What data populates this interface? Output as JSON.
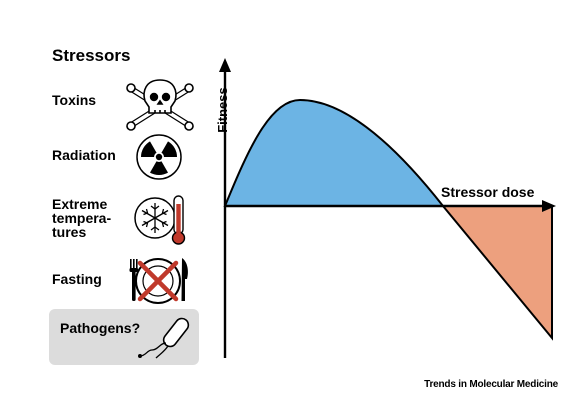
{
  "legend": {
    "title": "Stressors",
    "items": [
      {
        "label": "Toxins",
        "icon": "skull-crossbones-icon"
      },
      {
        "label": "Radiation",
        "icon": "radiation-icon"
      },
      {
        "label": "Extreme\ntempera-\ntures",
        "icon": "snowflake-thermometer-icon"
      },
      {
        "label": "Fasting",
        "icon": "crossed-plate-fork-knife-icon"
      },
      {
        "label": "Pathogens?",
        "icon": "bacterium-icon"
      }
    ]
  },
  "diagram": {
    "y_axis_label": "Fitness",
    "x_axis_label": "Stressor dose",
    "colors": {
      "benefit_fill": "#6cb4e4",
      "harm_fill": "#eda07e",
      "pathogen_box": "#dcdcdc",
      "thermometer_red": "#c0392b"
    }
  },
  "credit": "Trends in Molecular Medicine"
}
